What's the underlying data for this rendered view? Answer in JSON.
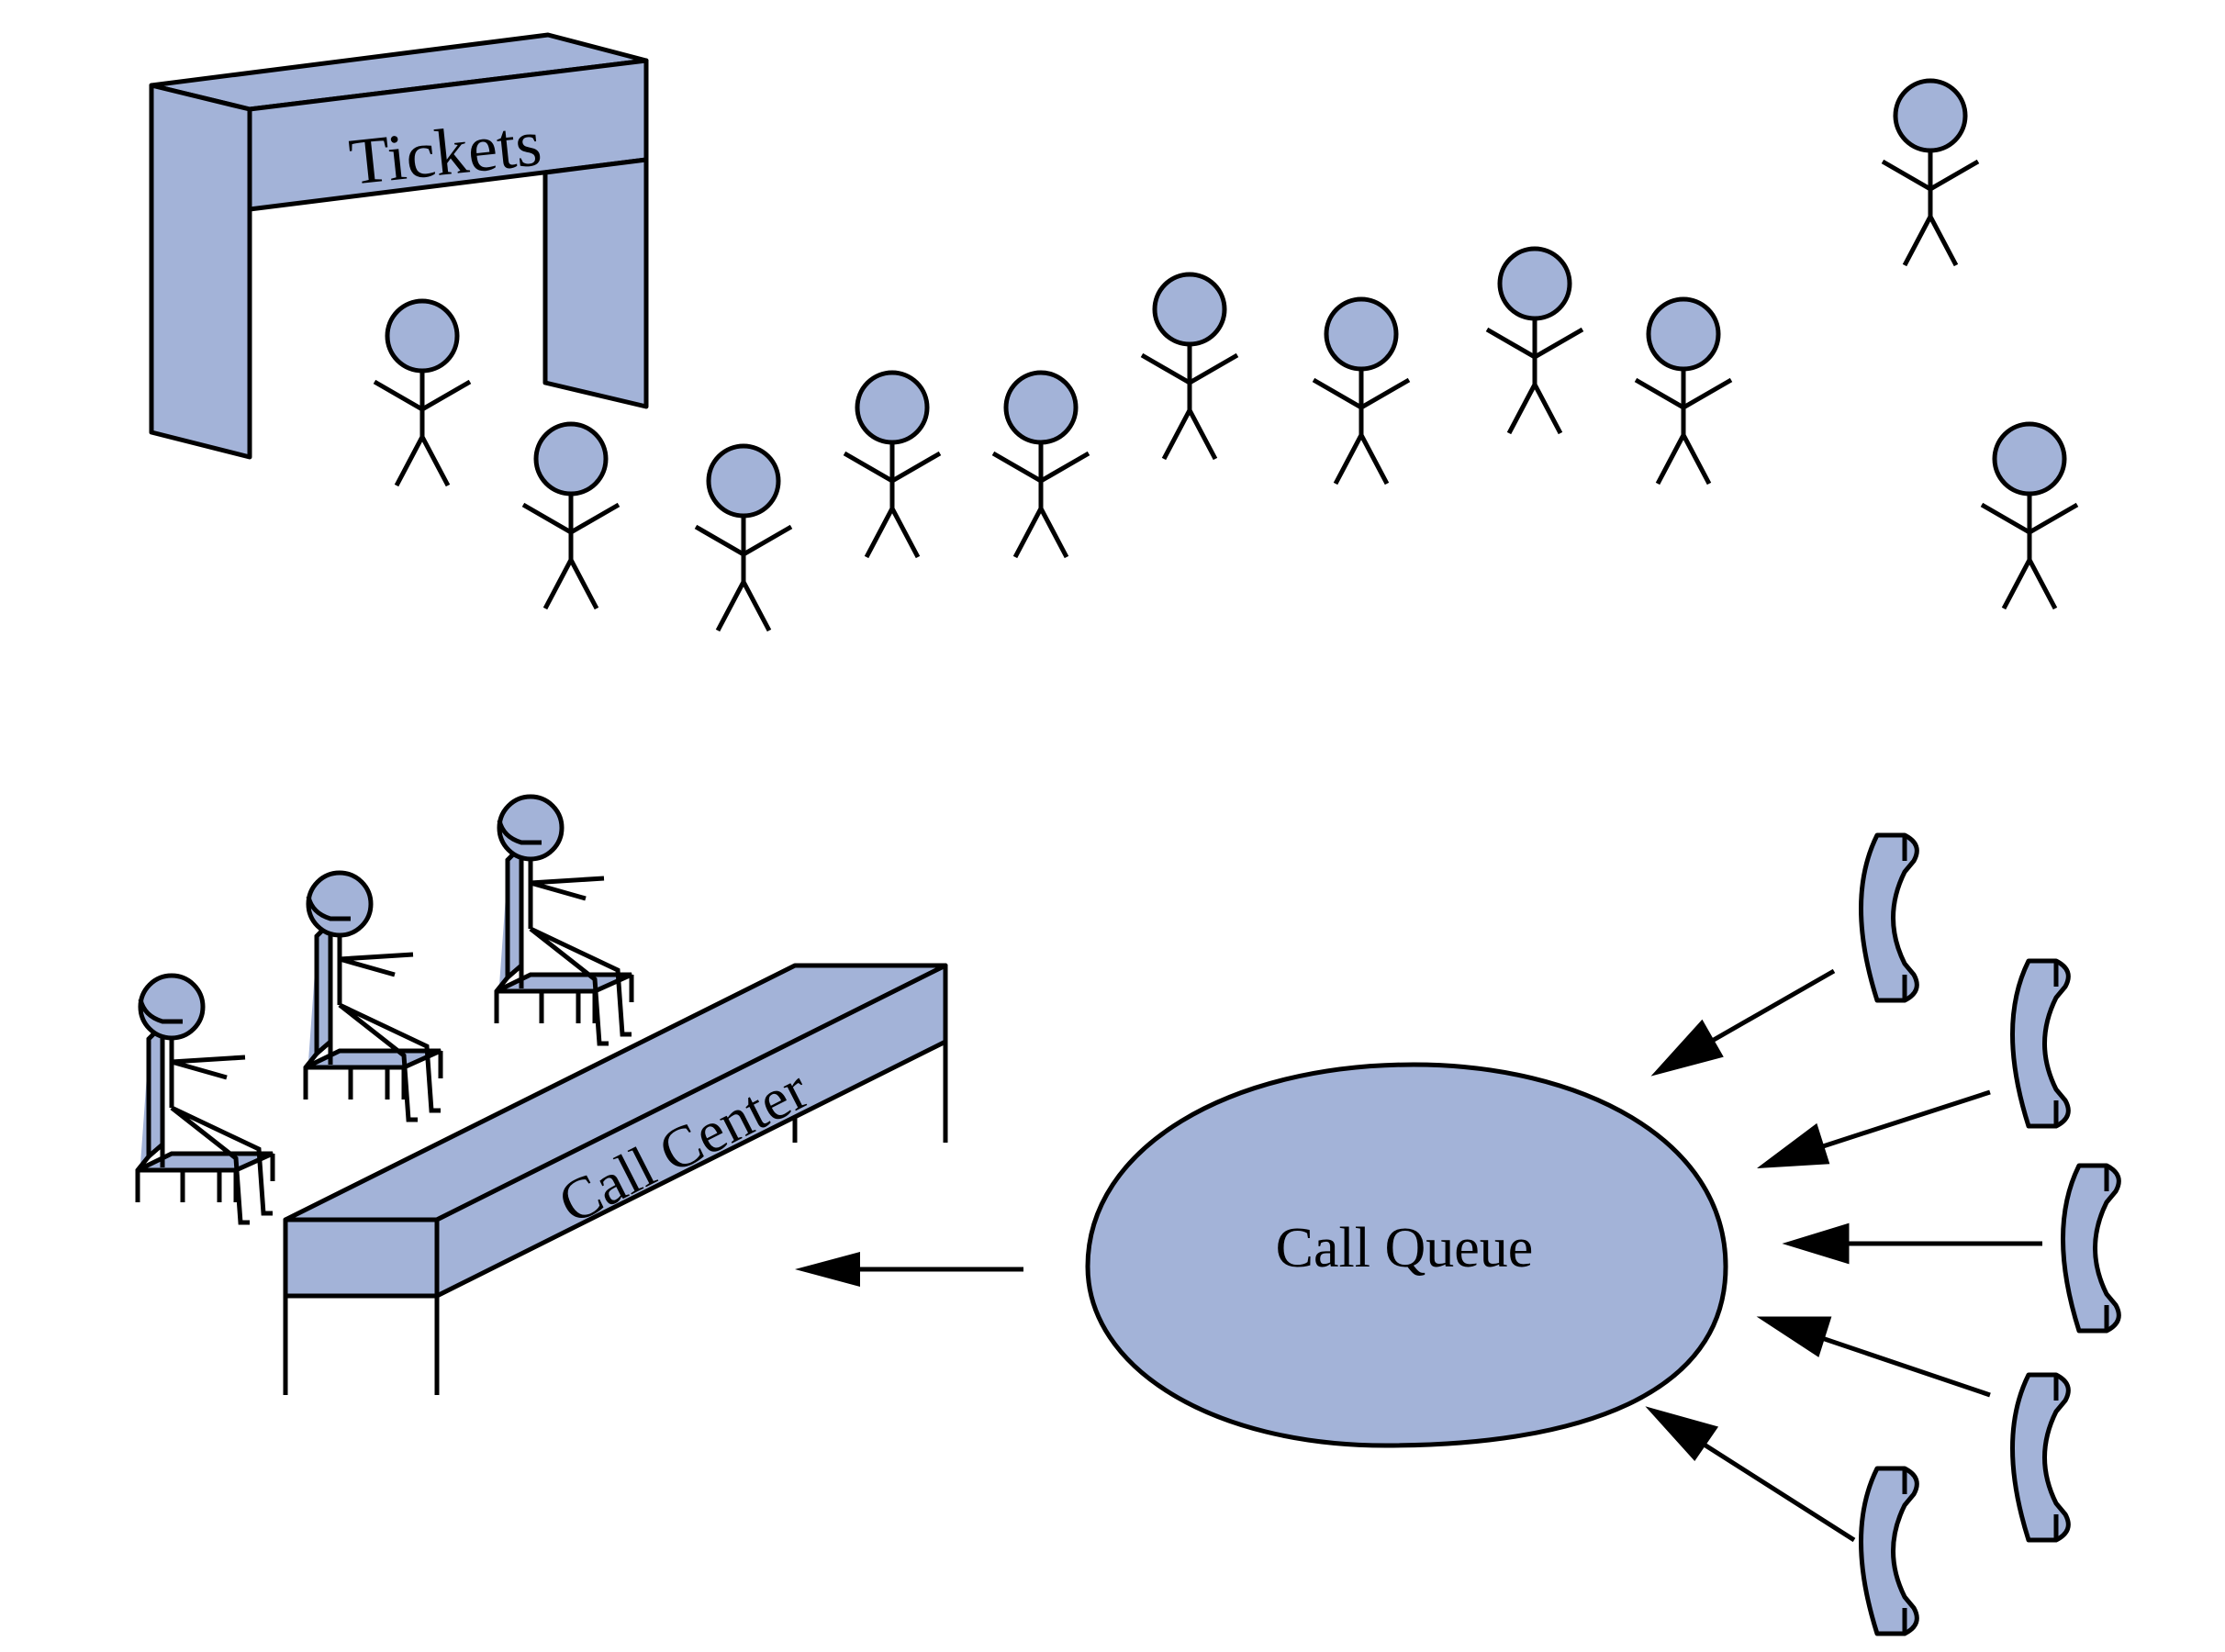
{
  "labels": {
    "tickets": "Tickets",
    "call_center": "Call Center",
    "call_queue": "Call Queue"
  },
  "colors": {
    "fill": "#a3b3d8",
    "stroke": "#000000",
    "background": "#ffffff"
  },
  "icons": {
    "person": "stick-figure",
    "agent": "seated-headset-figure",
    "phone": "telephone-handset",
    "arrow": "arrow-left"
  }
}
